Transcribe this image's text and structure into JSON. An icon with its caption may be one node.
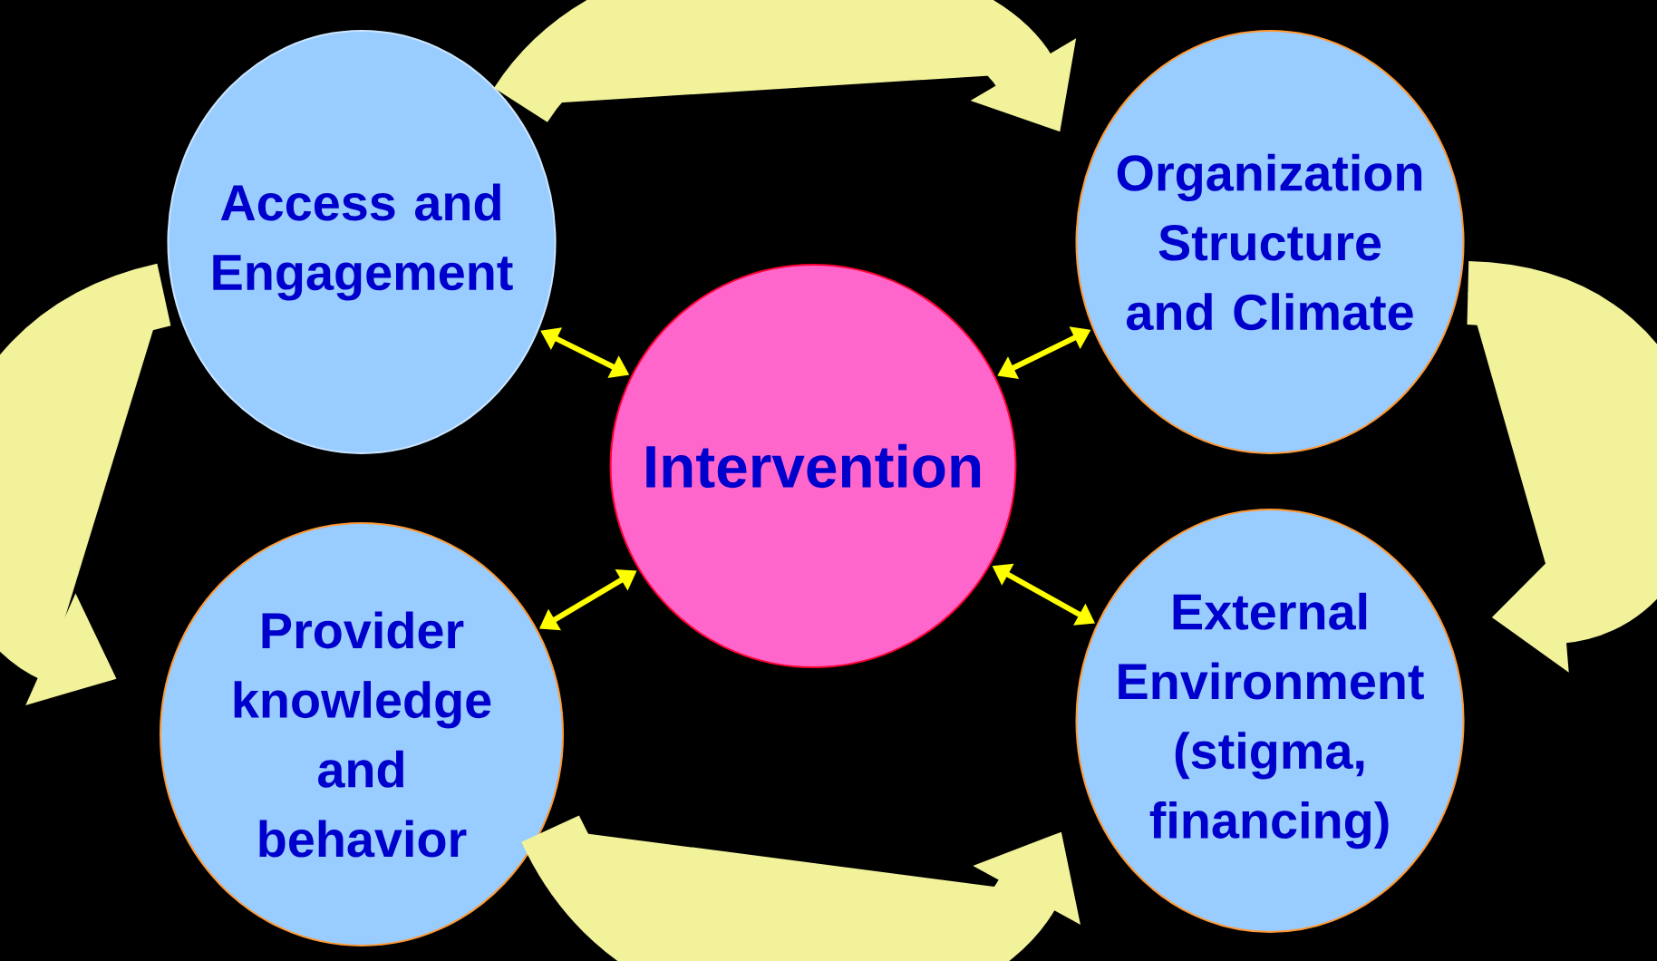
{
  "diagram": {
    "nodes": [
      {
        "text": [
          "Access and Engagement"
        ]
      },
      {
        "text": [
          "Organization Structure and Climate"
        ]
      },
      {
        "text": [
          "Intervention"
        ]
      },
      {
        "text": [
          "Provider knowledge and behavior"
        ]
      },
      {
        "text": [
          "External Environment (stigma, financing)"
        ]
      }
    ],
    "edges": [
      {
        "from": 0,
        "to": 1,
        "arrow": "to",
        "style": "thick",
        "color": "#f2f29a"
      },
      {
        "from": 1,
        "to": 4,
        "arrow": "to",
        "style": "thick",
        "color": "#f2f29a"
      },
      {
        "from": 3,
        "to": 4,
        "arrow": "to",
        "style": "thick",
        "color": "#f2f29a"
      },
      {
        "from": 0,
        "to": 3,
        "arrow": "to",
        "style": "thick",
        "color": "#f2f29a"
      },
      {
        "from": 2,
        "to": 0,
        "arrow": "both",
        "color": "#ffff00"
      },
      {
        "from": 2,
        "to": 1,
        "arrow": "both",
        "color": "#ffff00"
      },
      {
        "from": 2,
        "to": 3,
        "arrow": "both",
        "color": "#ffff00"
      },
      {
        "from": 2,
        "to": 4,
        "arrow": "both",
        "color": "#ffff00"
      }
    ]
  }
}
